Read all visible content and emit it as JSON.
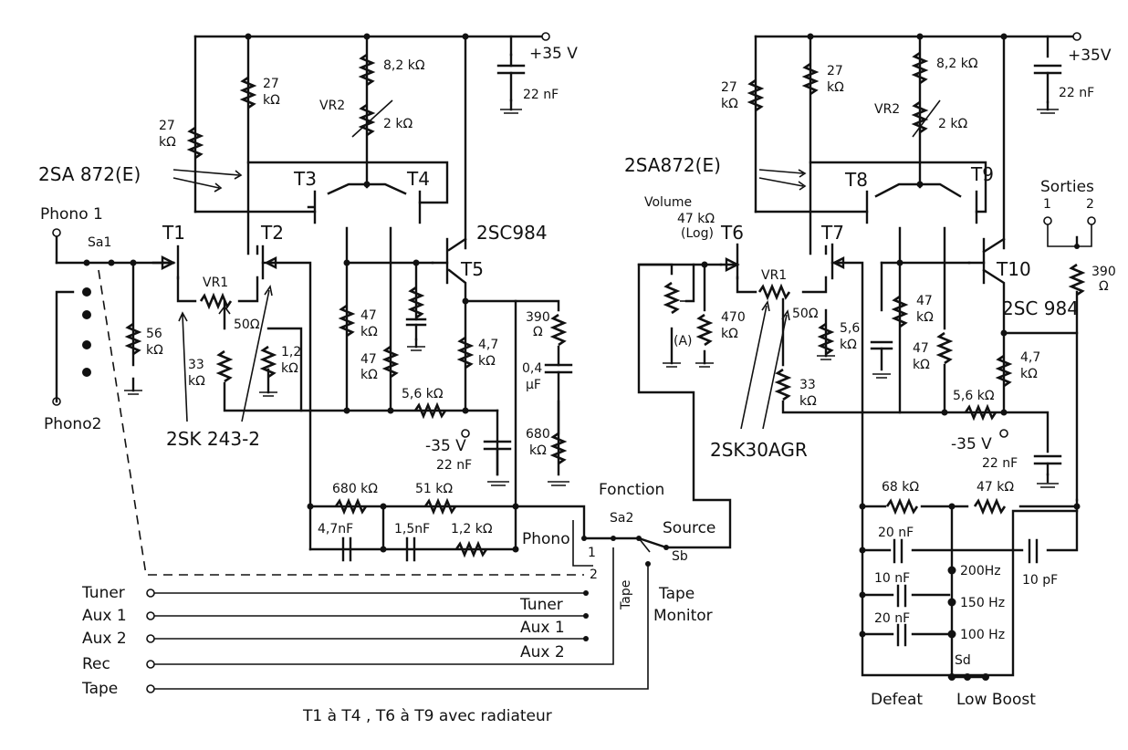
{
  "labels": {
    "phono1": "Phono 1",
    "phono2": "Phono2",
    "sa1": "Sa1",
    "t1": "T1",
    "t2": "T2",
    "t3": "T3",
    "t4": "T4",
    "t5": "T5",
    "vr1_left": "VR1",
    "vr1_left_val": "50Ω",
    "vr2_left": "VR2",
    "vr2_left_val": "2 kΩ",
    "r82_left": "8,2 kΩ",
    "vplus_left": "+35 V",
    "c22_left_top": "22 nF",
    "r27a_left": "27",
    "r27a_left_u": "kΩ",
    "r27b_left": "27",
    "r27b_left_u": "kΩ",
    "sa872_left": "2SA 872(E)",
    "sc984_left": "2SC984",
    "r56_left": "56",
    "r56_left_u": "kΩ",
    "r33_left": "33",
    "r33_left_u": "kΩ",
    "r12_left": "1,2",
    "r12_left_u": "kΩ",
    "r47a_left": "47",
    "r47a_left_u": "kΩ",
    "r47b_left": "47",
    "r47b_left_u": "kΩ",
    "r47c_left": "4,7",
    "r47c_left_u": "kΩ",
    "r56k_left": "5,6 kΩ",
    "vminus_left": "-35 V",
    "c22_left_bot": "22 nF",
    "sk243": "2SK 243-2",
    "r390_left": "390",
    "r390_left_u": "Ω",
    "c04": "0,4",
    "c04_u": "μF",
    "r680_left": "680",
    "r680_left_u": "kΩ",
    "r680k": "680 kΩ",
    "r51k": "51 kΩ",
    "c47n": "4,7nF",
    "c15n": "1,5nF",
    "r12k": "1,2 kΩ",
    "fonction": "Fonction",
    "sa2": "Sa2",
    "phono_sw": "Phono",
    "source": "Source",
    "sb": "Sb",
    "pos1": "1",
    "pos2": "2",
    "tape_v": "Tape",
    "tape_monitor_1": "Tape",
    "tape_monitor_2": "Monitor",
    "in_tuner": "Tuner",
    "in_aux1": "Aux 1",
    "in_aux2": "Aux 2",
    "in_rec": "Rec",
    "in_tape": "Tape",
    "bus_tuner": "Tuner",
    "bus_aux1": "Aux 1",
    "bus_aux2": "Aux 2",
    "footer": "T1 à T4 , T6 à T9 avec radiateur",
    "sa872_right": "2SA872(E)",
    "volume": "Volume",
    "vol_val": "47 kΩ",
    "vol_log": "(Log)",
    "vol_a": "(A)",
    "t6": "T6",
    "t7": "T7",
    "t8": "T8",
    "t9": "T9",
    "t10": "T10",
    "vr1_right": "VR1",
    "vr1_right_val": "50Ω",
    "vr2_right": "VR2",
    "vr2_right_val": "2 kΩ",
    "r82_right": "8,2 kΩ",
    "vplus_right": "+35V",
    "c22_right_top": "22 nF",
    "r27a_right": "27",
    "r27a_right_u": "kΩ",
    "r27b_right": "27",
    "r27b_right_u": "kΩ",
    "r470": "470",
    "r470_u": "kΩ",
    "r56_right": "5,6",
    "r56_right_u": "kΩ",
    "r33_right": "33",
    "r33_right_u": "kΩ",
    "sk30": "2SK30AGR",
    "r47a_right": "47",
    "r47a_right_u": "kΩ",
    "r47b_right": "47",
    "r47b_right_u": "kΩ",
    "r47c_right": "4,7",
    "r47c_right_u": "kΩ",
    "r56k_right": "5,6 kΩ",
    "vminus_right": "-35 V",
    "c22_right_bot": "22 nF",
    "sc984_right": "2SC 984",
    "r390_right": "390",
    "r390_right_u": "Ω",
    "sorties": "Sorties",
    "out1": "1",
    "out2": "2",
    "r68k": "68 kΩ",
    "r47k": "47 kΩ",
    "c20n_a": "20 nF",
    "c10n": "10 nF",
    "c20n_b": "20 nF",
    "c10p": "10 pF",
    "f200": "200Hz",
    "f150": "150 Hz",
    "f100": "100 Hz",
    "sd": "Sd",
    "defeat": "Defeat",
    "lowboost": "Low Boost"
  }
}
